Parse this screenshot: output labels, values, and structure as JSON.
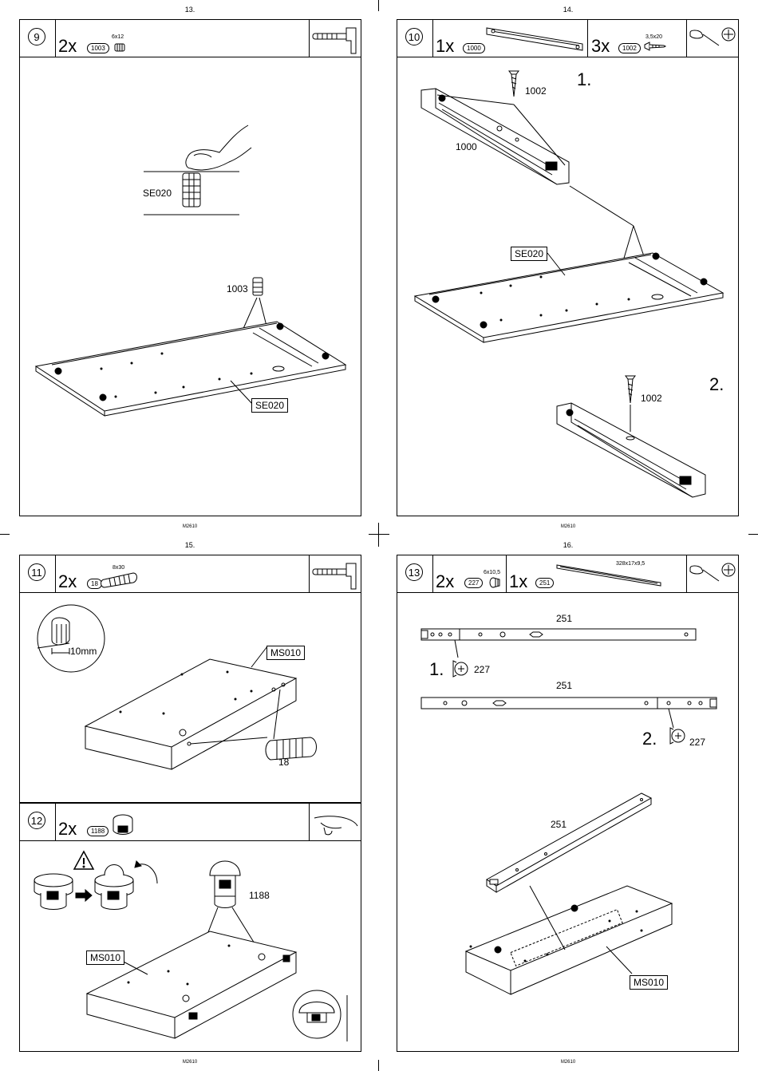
{
  "pages": [
    {
      "number": "13.",
      "model": "M2610"
    },
    {
      "number": "14.",
      "model": "M2610"
    },
    {
      "number": "15.",
      "model": "M2610"
    },
    {
      "number": "16.",
      "model": "M2610"
    }
  ],
  "steps": {
    "s9": {
      "step": "9",
      "qty": "2x",
      "part": "1003",
      "spec": "6x12",
      "callout_part": "1003",
      "callout_panel": "SE020",
      "detail_panel": "SE020"
    },
    "s10": {
      "step": "10",
      "qty1": "1x",
      "part1": "1000",
      "qty2": "3x",
      "part2": "1002",
      "spec2": "3,5x20",
      "sub1": "1.",
      "sub2": "2.",
      "callout_screw": "1002",
      "callout_rail": "1000",
      "callout_panel": "SE020",
      "callout_screw2": "1002"
    },
    "s11": {
      "step": "11",
      "qty": "2x",
      "part": "18",
      "spec": "8x30",
      "detail_measure": "10mm",
      "callout_panel": "MS010",
      "callout_dowel": "18"
    },
    "s12": {
      "step": "12",
      "qty": "2x",
      "part": "1188",
      "callout_part": "1188",
      "callout_panel": "MS010"
    },
    "s13": {
      "step": "13",
      "qty1": "2x",
      "part1": "227",
      "spec1": "6x10,5",
      "qty2": "1x",
      "part2": "251",
      "spec2": "328x17x9,5",
      "rail_label_1": "251",
      "sub1": "1.",
      "screw_label_1": "227",
      "rail_label_2": "251",
      "sub2": "2.",
      "screw_label_2": "227",
      "rail_label_3": "251",
      "callout_panel": "MS010"
    }
  }
}
